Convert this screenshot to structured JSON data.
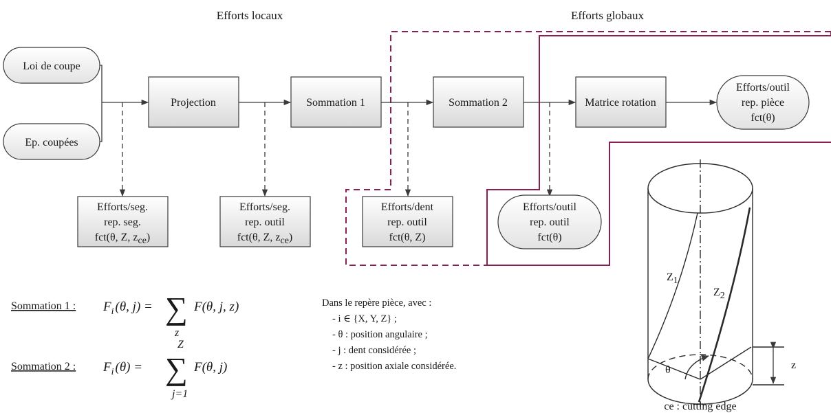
{
  "headers": {
    "local": "Efforts locaux",
    "global": "Efforts globaux"
  },
  "inputs": {
    "loi": "Loi de coupe",
    "ep": "Ep. coupées"
  },
  "process": {
    "projection": "Projection",
    "sommation1": "Sommation 1",
    "sommation2": "Sommation 2",
    "rotation": "Matrice rotation"
  },
  "final_output": {
    "l1": "Efforts/outil",
    "l2": "rep. pièce",
    "l3": "fct(θ)"
  },
  "intermediates": {
    "seg": {
      "l1": "Efforts/seg.",
      "l2": "rep. seg.",
      "l3a": "fct(θ, Z, z",
      "sub": "ce",
      "l3b": ")"
    },
    "seg_outil": {
      "l1": "Efforts/seg.",
      "l2": "rep. outil",
      "l3a": "fct(θ, Z, z",
      "sub": "ce",
      "l3b": ")"
    },
    "dent": {
      "l1": "Efforts/dent",
      "l2": "rep. outil",
      "l3": "fct(θ, Z)"
    },
    "outil": {
      "l1": "Efforts/outil",
      "l2": "rep. outil",
      "l3": "fct(θ)"
    }
  },
  "sommations": {
    "s1_label": "Sommation 1 :",
    "s2_label": "Sommation 2 :",
    "s1_lhs": "F",
    "s1_lhs_sub": "i",
    "s1_lhs_args": "(θ, j) =",
    "s1_sum_under": "z",
    "s1_rhs": "F(θ, j, z)",
    "s2_lhs": "F",
    "s2_lhs_sub": "i",
    "s2_lhs_args": "(θ) =",
    "s2_sum_over": "Z",
    "s2_sum_under": "j=1",
    "s2_rhs": "F(θ, j)",
    "sigma": "∑"
  },
  "legend": {
    "title": "Dans le repère pièce, avec :",
    "items": [
      "- i ∈ {X, Y, Z} ;",
      "- θ : position angulaire ;",
      "- j : dent considérée ;",
      "- z : position axiale considérée."
    ]
  },
  "cylinder": {
    "z1": "Z",
    "z1_sub": "1",
    "z2": "Z",
    "z2_sub": "2",
    "theta": "θ",
    "z": "z",
    "caption": "ce : cutting edge"
  }
}
